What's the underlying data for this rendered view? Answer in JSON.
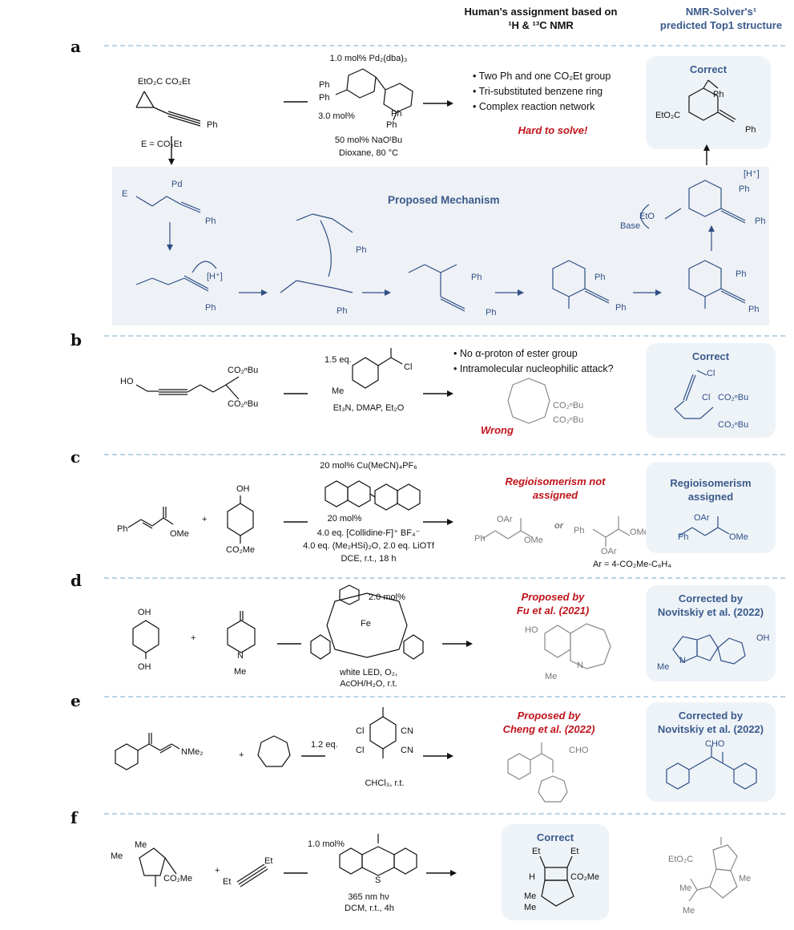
{
  "header": {
    "human_line1": "Human's assignment based on",
    "human_line2": "¹H & ¹³C NMR",
    "solver_line1": "NMR-Solver's¹",
    "solver_line2": "predicted Top1 structure"
  },
  "panel_a": {
    "letter": "a",
    "reactant_label": "EtO₂C CO₂Et",
    "reactant_ph": "Ph",
    "catalyst": "1.0 mol% Pd₂(dba)₃",
    "ligand_loading": "3.0 mol%",
    "base": "50 mol% NaOᵗBu",
    "solvent": "Dioxane, 80 °C",
    "e_def": "E = CO₂Et",
    "bullets": [
      "Two Ph and one CO₂Et group",
      "Tri-substituted benzene ring",
      "Complex reaction network"
    ],
    "verdict": "Hard to solve!",
    "box_title": "Correct",
    "product_ester": "EtO₂C",
    "product_ph1": "Ph",
    "product_ph2": "Ph",
    "mechanism_title": "Proposed Mechanism",
    "h_plus": "[H⁺]",
    "base_label": "Base",
    "eto_label": "EtO"
  },
  "panel_b": {
    "letter": "b",
    "ho": "HO",
    "ester1": "CO₂ⁿBu",
    "ester2": "CO₂ⁿBu",
    "reagent_eq": "1.5 eq.",
    "reagent_me": "Me",
    "reagent_cl": "Cl",
    "conditions": "Et₃N, DMAP, Et₂O",
    "bullets": [
      "No α-proton of ester group",
      "Intramolecular nucleophilic attack?"
    ],
    "verdict": "Wrong",
    "wrong_ester1": "CO₂ⁿBu",
    "wrong_ester2": "CO₂ⁿBu",
    "box_title": "Correct",
    "correct_cl1": "Cl",
    "correct_cl2": "Cl",
    "correct_ester1": "CO₂ⁿBu",
    "correct_ester2": "CO₂ⁿBu"
  },
  "panel_c": {
    "letter": "c",
    "ph": "Ph",
    "ome": "OMe",
    "oh": "OH",
    "co2me": "CO₂Me",
    "catalyst": "20 mol% Cu(MeCN)₄PF₆",
    "ligand_loading": "20 mol%",
    "reagent1": "4.0 eq. [Collidine-F]⁺ BF₄⁻",
    "reagent2": "4.0 eq. (Me₂HSi)₂O, 2.0 eq. LiOTf",
    "conditions": "DCE, r.t., 18 h",
    "verdict_line1": "Regioisomerism not",
    "verdict_line2": "assigned",
    "or_label": "or",
    "oar": "OAr",
    "ar_def": "Ar = 4-CO₂Me-C₆H₄",
    "box_title_line1": "Regioisomerism",
    "box_title_line2": "assigned"
  },
  "panel_d": {
    "letter": "d",
    "oh1": "OH",
    "oh2": "OH",
    "n_label": "N",
    "me_label": "Me",
    "catalyst_loading": "2.0 mol%",
    "fe_label": "Fe",
    "conditions1": "white LED, O₂,",
    "conditions2": "AcOH/H₂O, r.t.",
    "verdict_line1": "Proposed by",
    "verdict_line2": "Fu et al. (2021)",
    "ho": "HO",
    "box_title_line1": "Corrected by",
    "box_title_line2": "Novitskiy et al. (2022)"
  },
  "panel_e": {
    "letter": "e",
    "nme2": "NMe₂",
    "reagent_eq": "1.2 eq.",
    "cl": "Cl",
    "cn": "CN",
    "conditions": "CHCl₃, r.t.",
    "verdict_line1": "Proposed by",
    "verdict_line2": "Cheng et al. (2022)",
    "cho": "CHO",
    "box_title_line1": "Corrected by",
    "box_title_line2": "Novitskiy et al. (2022)"
  },
  "panel_f": {
    "letter": "f",
    "me": "Me",
    "co2me": "CO₂Me",
    "et": "Et",
    "catalyst_loading": "1.0 mol%",
    "s_label": "S",
    "conditions1": "365 nm hν",
    "conditions2": "DCM, r.t., 4h",
    "box_title": "Correct",
    "h_label": "H",
    "alt_ester": "EtO₂C"
  }
}
